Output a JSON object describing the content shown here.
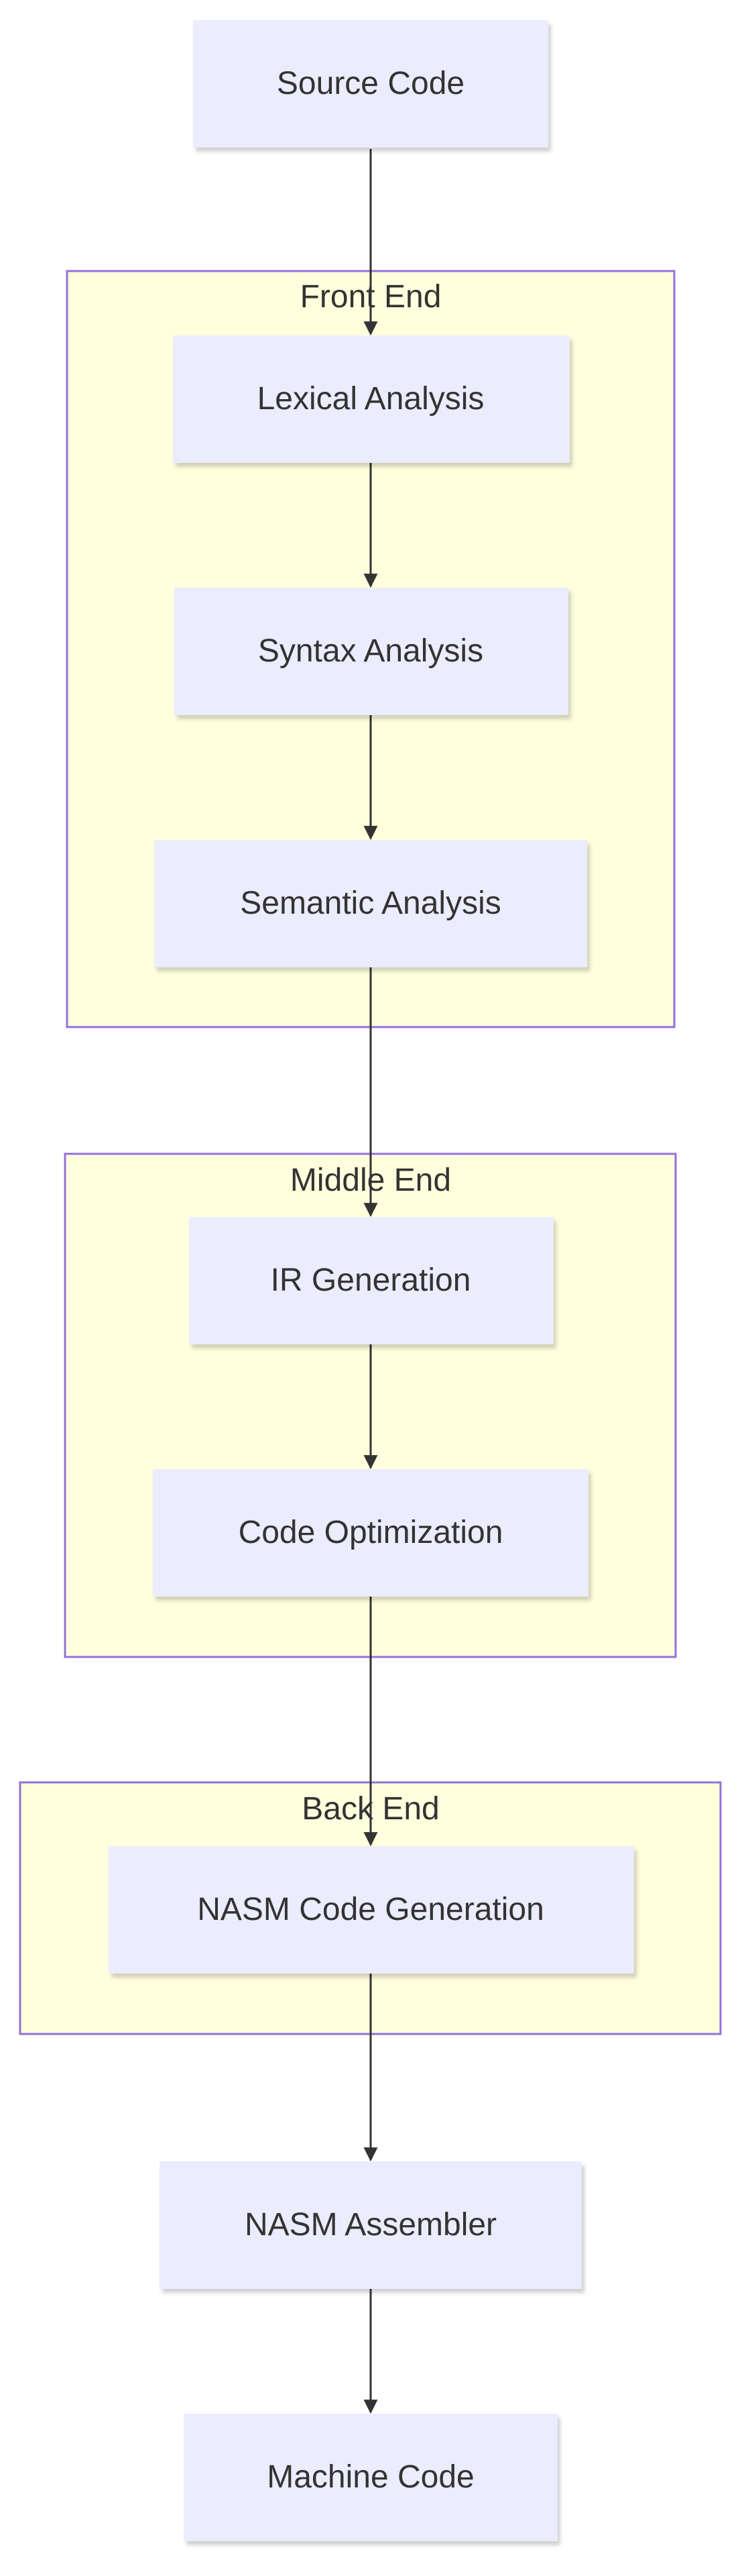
{
  "diagram": {
    "nodes": {
      "source_code": "Source Code",
      "lexical_analysis": "Lexical Analysis",
      "syntax_analysis": "Syntax Analysis",
      "semantic_analysis": "Semantic Analysis",
      "ir_generation": "IR Generation",
      "code_optimization": "Code Optimization",
      "nasm_code_generation": "NASM Code Generation",
      "nasm_assembler": "NASM Assembler",
      "machine_code": "Machine Code"
    },
    "groups": {
      "front_end": "Front End",
      "middle_end": "Middle End",
      "back_end": "Back End"
    },
    "colors": {
      "node_fill": "#ececff",
      "group_fill": "#ffffde",
      "group_border": "#9370db",
      "edge": "#333333",
      "text": "#333333"
    }
  }
}
